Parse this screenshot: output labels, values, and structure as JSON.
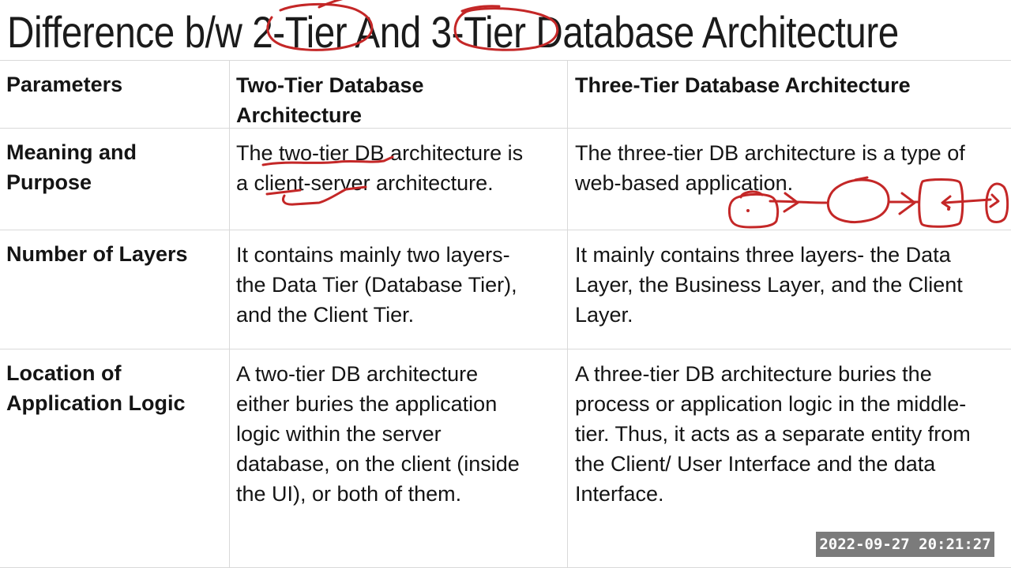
{
  "title": "Difference b/w 2-Tier And 3-Tier Database Architecture",
  "table": {
    "headers": [
      "Parameters",
      "Two-Tier Database Architecture",
      "Three-Tier Database Architecture"
    ],
    "rows": [
      {
        "param": "Meaning and Purpose",
        "two_tier": "The two-tier DB architecture is a client-server architecture.",
        "three_tier": "The three-tier DB architecture is a type of web-based application."
      },
      {
        "param": "Number of Layers",
        "two_tier": "It contains mainly two layers- the Data Tier (Database Tier), and the Client Tier.",
        "three_tier": "It mainly contains three layers- the Data Layer, the Business Layer, and the Client Layer."
      },
      {
        "param": "Location of Application Logic",
        "two_tier": "A two-tier DB architecture either buries the application logic within the server database, on the client (inside the UI), or both of them.",
        "three_tier": "A three-tier DB architecture buries the process or application logic in the middle-tier. Thus, it acts as a separate entity from the Client/ User Interface and the data Interface."
      }
    ]
  },
  "annotations": {
    "color": "#c42727",
    "items": [
      "hand-drawn circle around 2-Tier in title",
      "hand-drawn circle around 3-Tier in title",
      "red underline under two-tier DB",
      "red underline and hook under client-server",
      "hand-drawn flow sketch: client box -> arrow -> middle blob -> arrow -> server box <-> database shape"
    ]
  },
  "timestamp": {
    "text": "2022-09-27 20:21:27",
    "background": "#7b7b7b",
    "text_color": "#ffffff"
  },
  "colors": {
    "table_border": "#d9d9d9",
    "text": "#141414"
  }
}
